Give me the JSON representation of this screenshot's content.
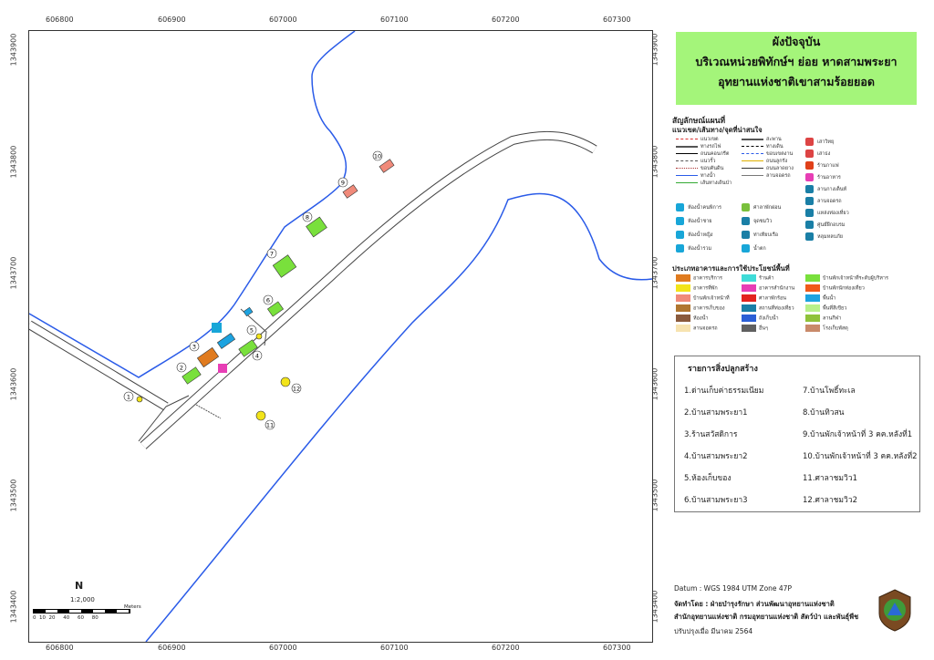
{
  "grid": {
    "x_labels": [
      "606800",
      "606900",
      "607000",
      "607100",
      "607200",
      "607300"
    ],
    "y_labels": [
      "1343900",
      "1343800",
      "1343700",
      "1343600",
      "1343500",
      "1343400"
    ]
  },
  "scale": {
    "ratio": "1:2,000",
    "units": "Meters",
    "ticks": [
      "0",
      "10",
      "20",
      "40",
      "60",
      "80"
    ]
  },
  "north_label": "N",
  "building_numbers": [
    "1",
    "2",
    "3",
    "4",
    "5",
    "6",
    "7",
    "8",
    "9",
    "10",
    "11",
    "12"
  ],
  "title": {
    "line1": "ผังปัจจุบัน",
    "line2": "บริเวณหน่วยพิทักษ์ฯ ย่อย หาดสามพระยา",
    "line3": "อุทยานแห่งชาติเขาสามร้อยยอด"
  },
  "legend": {
    "heading": "สัญลักษณ์แผนที่",
    "lines_heading": "แนวเขต/เส้นทาง/จุดที่น่าสนใจ",
    "line_items": [
      "แนวเขต",
      "ทางรถไฟ",
      "ถนนคอนกรีต",
      "แนวรั้ว",
      "ขอบคันดิน",
      "ทางน้ำ",
      "เส้นทางเดินป่า",
      "สะพาน",
      "ทางเดิน",
      "ขอบเขตงาน",
      "ถนนลูกรัง",
      "ถนนลาดยาง",
      "ลานจอดรถ"
    ],
    "points": [
      "ห้องน้ำคนพิการ",
      "ห้องน้ำชาย",
      "ห้องน้ำหญิง",
      "ห้องน้ำรวม",
      "ศาลาพักผ่อน",
      "จุดชมวิว",
      "ท่าเทียบเรือ",
      "น้ำตก",
      "เสาวิทยุ",
      "เสาธง",
      "ร้านกาแฟ",
      "ร้านอาหาร",
      "ลานกางเต็นท์",
      "ลานจอดรถ",
      "แหล่งท่องเที่ยว",
      "ศูนย์ฝึกอบรม",
      "หลุมหลบภัย"
    ],
    "landuse_heading": "ประเภทอาคารและการใช้ประโยชน์พื้นที่",
    "landuse": [
      {
        "label": "อาคารบริการ",
        "color": "#e07b1f"
      },
      {
        "label": "อาคารที่พัก",
        "color": "#f2e41a"
      },
      {
        "label": "บ้านพักเจ้าหน้าที่",
        "color": "#f08a7a"
      },
      {
        "label": "อาคารเก็บของ",
        "color": "#b0762f"
      },
      {
        "label": "ห้องน้ำ",
        "color": "#8a5a3c"
      },
      {
        "label": "ลานจอดรถ",
        "color": "#f7e3b0"
      },
      {
        "label": "ร้านค้า",
        "color": "#3fdcd8"
      },
      {
        "label": "อาคารสำนักงาน",
        "color": "#e73eb5"
      },
      {
        "label": "ศาลาพักร้อน",
        "color": "#e3231f"
      },
      {
        "label": "สถานที่ท่องเที่ยว",
        "color": "#1a7fa6"
      },
      {
        "label": "ถังเก็บน้ำ",
        "color": "#2b5fd6"
      },
      {
        "label": "อื่นๆ",
        "color": "#606060"
      },
      {
        "label": "บ้านพักเจ้าหน้าที่ระดับผู้บริหาร",
        "color": "#79e03c"
      },
      {
        "label": "บ้านพักนักท่องเที่ยว",
        "color": "#f05a1a"
      },
      {
        "label": "พื้นน้ำ",
        "color": "#1da3e0"
      },
      {
        "label": "พื้นที่สีเขียว",
        "color": "#b8f08a"
      },
      {
        "label": "ลานกีฬา",
        "color": "#8fc23a"
      },
      {
        "label": "โรงเก็บพัสดุ",
        "color": "#c98a6a"
      }
    ]
  },
  "structures": {
    "heading": "รายการสิ่งปลูกสร้าง",
    "items": [
      "1.ด่านเก็บค่าธรรมเนียม",
      "2.บ้านสามพระยา1",
      "3.ร้านสวัสดิการ",
      "4.บ้านสามพระยา2",
      "5.ห้องเก็บของ",
      "6.บ้านสามพระยา3",
      "7.บ้านโพธิ์ทะเล",
      "8.บ้านทิวสน",
      "9.บ้านพักเจ้าหน้าที่ 3 คค.หลังที่1",
      "10.บ้านพักเจ้าหน้าที่ 3 คค.หลังที่2",
      "11.ศาลาชมวิว1",
      "12.ศาลาชมวิว2"
    ]
  },
  "footer": {
    "datum": "Datum  : WGS 1984 UTM Zone 47P",
    "prepared": "จัดทำโดย  : ฝ่ายบำรุงรักษา ส่วนพัฒนาอุทยานแห่งชาติ",
    "office": "สำนักอุทยานแห่งชาติ  กรมอุทยานแห่งชาติ สัตว์ป่า และพันธุ์พืช",
    "updated": "ปรับปรุงเมื่อ มีนาคม 2564"
  }
}
